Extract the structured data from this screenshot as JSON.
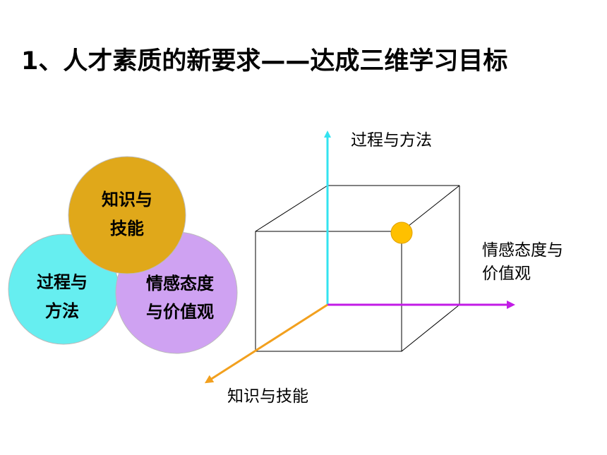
{
  "title": "1、人才素质的新要求——达成三维学习目标",
  "colors": {
    "circle_top": "#E0A81A",
    "circle_left": "#66EEF0",
    "circle_right": "#CFA2F2",
    "axis_up": "#33E3F0",
    "axis_right": "#C21BE6",
    "axis_diag": "#F2A01E",
    "dot": "#FFC000"
  },
  "venn": {
    "top": [
      "知识与",
      "技能"
    ],
    "left": [
      "过程与",
      "方法"
    ],
    "right": [
      "情感态度",
      "与价值观"
    ]
  },
  "axes": {
    "up_label": "过程与方法",
    "right_label": [
      "情感态度与",
      "价值观"
    ],
    "diag_label": "知识与技能"
  }
}
